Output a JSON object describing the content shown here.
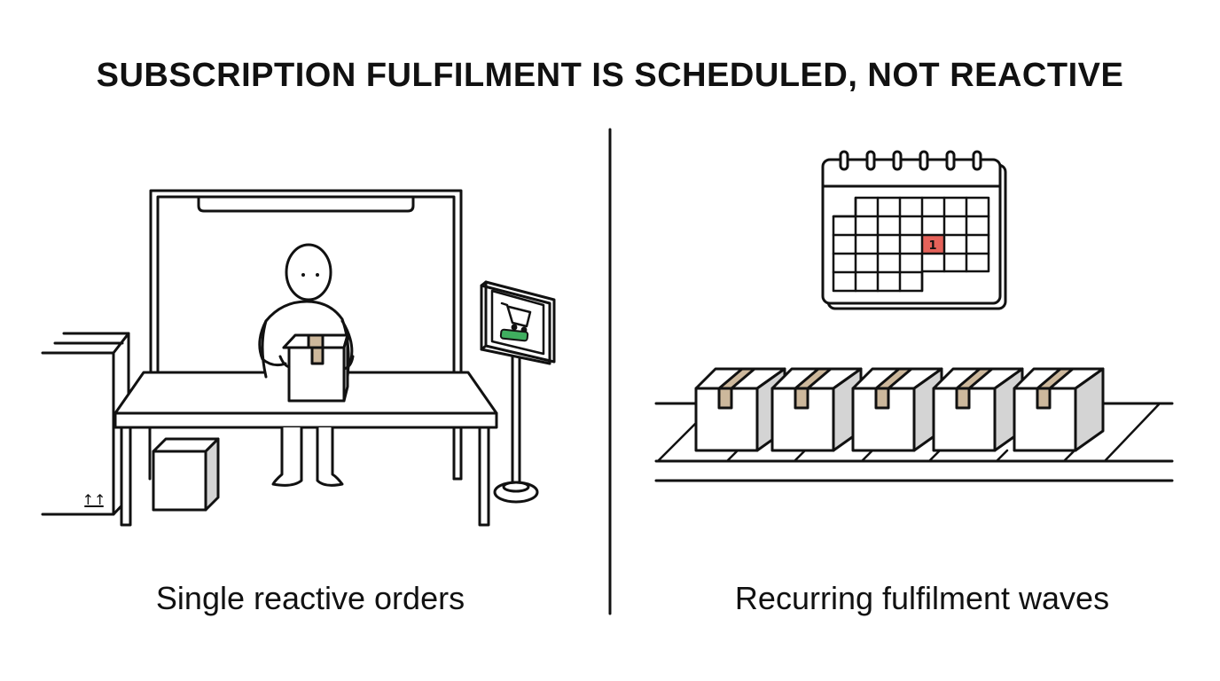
{
  "title": "SUBSCRIPTION FULFILMENT IS SCHEDULED, NOT REACTIVE",
  "left_panel": {
    "caption": "Single reactive orders",
    "box_marking": "↑↑"
  },
  "right_panel": {
    "caption": "Recurring fulfilment waves",
    "calendar_highlight_day": "1",
    "box_count": 5
  },
  "colors": {
    "ink": "#111111",
    "highlight": "#e5625a",
    "tape": "#cdb89c",
    "screen_button": "#3fae5f",
    "box_side": "#d4d4d4"
  },
  "icons": [
    "shopping-cart-icon",
    "calendar-icon",
    "package-icon",
    "person-figure"
  ]
}
